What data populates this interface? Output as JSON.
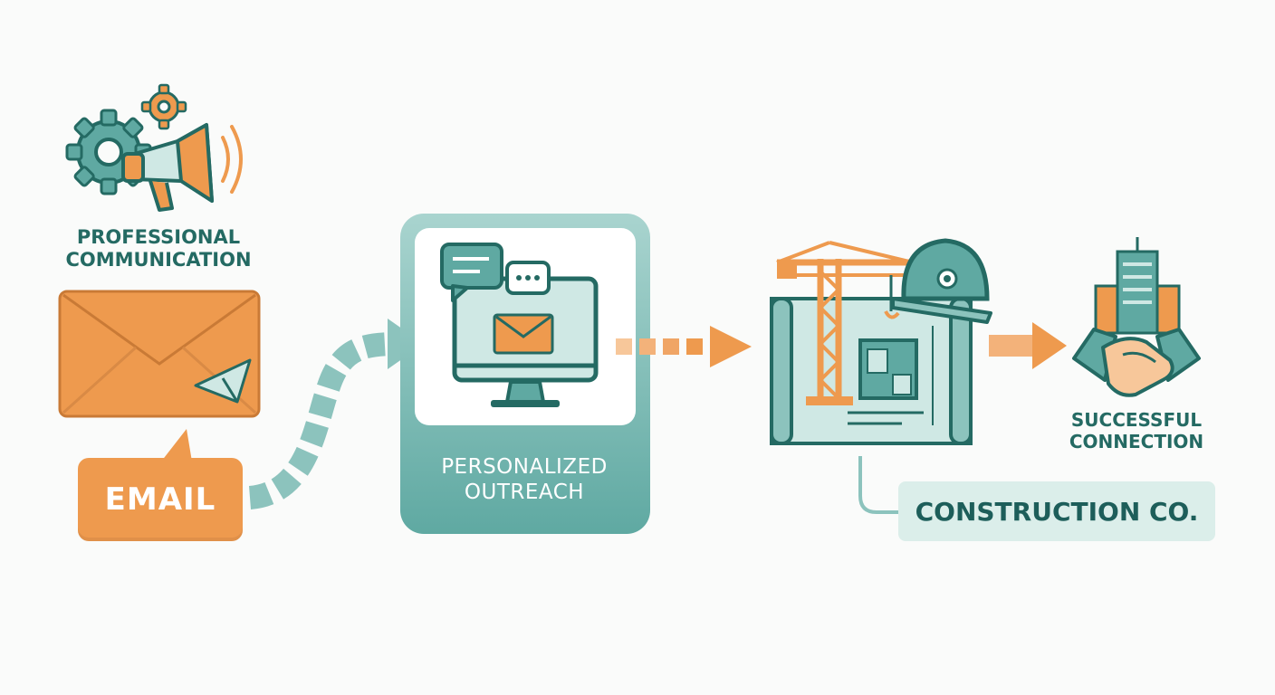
{
  "nodes": {
    "professional": {
      "label_line1": "PROFESSIONAL",
      "label_line2": "COMMUNICATION"
    },
    "email": {
      "label": "EMAIL"
    },
    "outreach": {
      "label_line1": "PERSONALIZED",
      "label_line2": "OUTREACH"
    },
    "construction": {
      "label": "CONSTRUCTION CO."
    },
    "success": {
      "label_line1": "SUCCESSFUL",
      "label_line2": "CONNECTION"
    }
  },
  "icons": [
    "gear-icon",
    "megaphone-icon",
    "envelope-icon",
    "paper-plane-icon",
    "chat-bubbles-icon",
    "monitor-icon",
    "crane-icon",
    "hard-hat-icon",
    "blueprint-icon",
    "building-icon",
    "handshake-icon"
  ],
  "colors": {
    "teal": "#5fa9a2",
    "teal_dark": "#1d5e5a",
    "teal_light": "#cfe8e4",
    "orange": "#ee9a4e",
    "orange_light": "#f7c79a"
  }
}
